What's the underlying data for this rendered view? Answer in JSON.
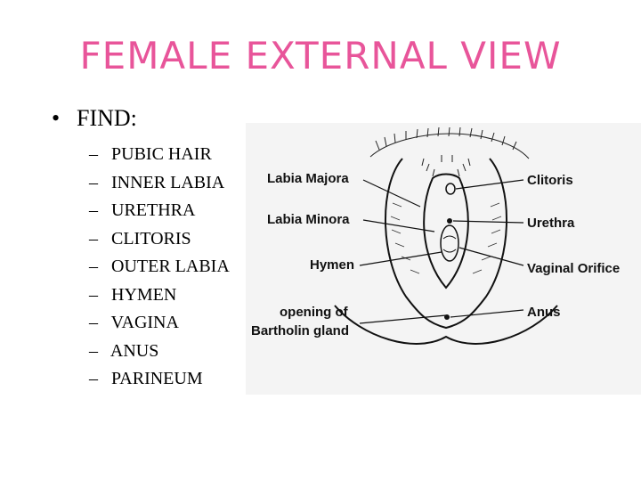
{
  "slide": {
    "title": "FEMALE EXTERNAL VIEW",
    "bullet": "FIND:",
    "items": [
      "PUBIC HAIR",
      "INNER LABIA",
      "URETHRA",
      "CLITORIS",
      "OUTER LABIA",
      "HYMEN",
      "VAGINA",
      "ANUS",
      "PARINEUM"
    ]
  },
  "figure": {
    "labels": {
      "labia_majora": "Labia  Majora",
      "labia_minora": "Labia  Minora",
      "hymen": "Hymen",
      "bartholin_1": "opening  of",
      "bartholin_2": "Bartholin  gland",
      "clitoris": "Clitoris",
      "urethra": "Urethra",
      "vaginal_orifice": "Vaginal Orifice",
      "anus": "Anus"
    }
  },
  "colors": {
    "title": "#e8559a",
    "text": "#000000"
  }
}
